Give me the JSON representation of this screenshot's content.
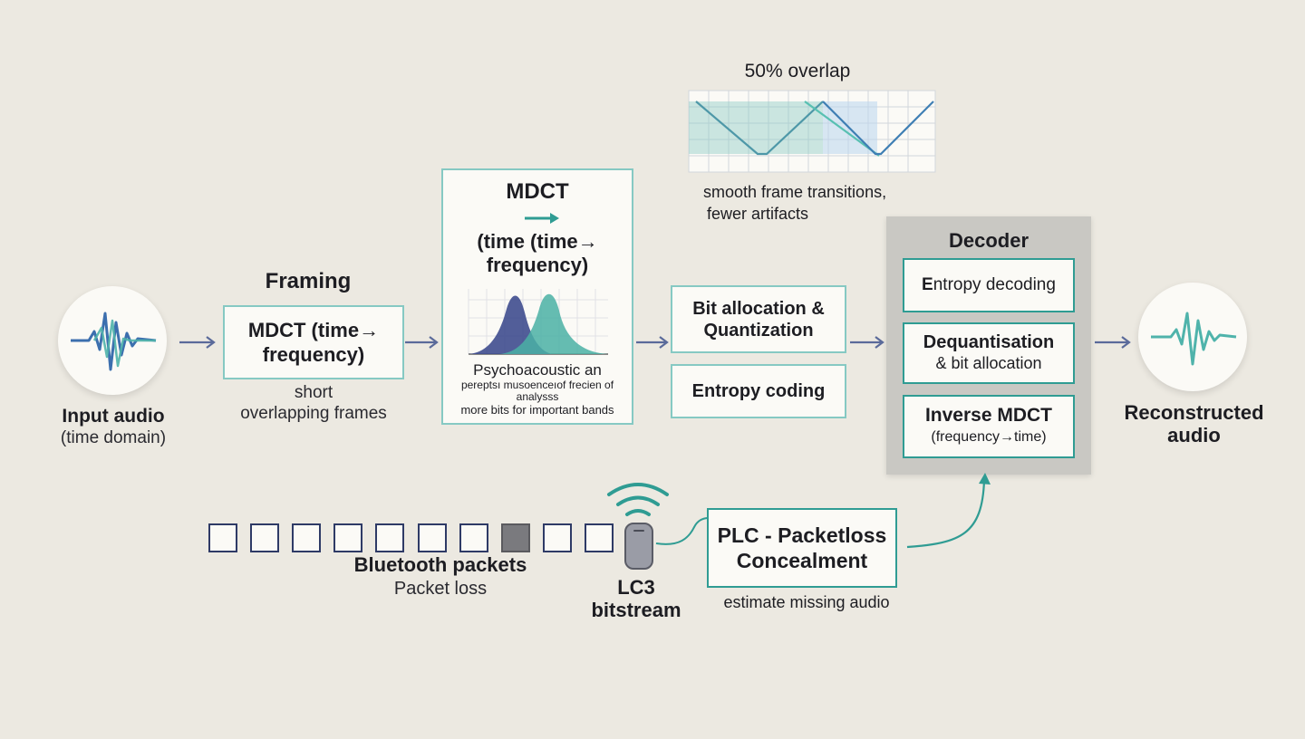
{
  "input": {
    "title": "Input audio",
    "subtitle": "(time domain)"
  },
  "framing": {
    "heading": "Framing",
    "box_line1": "MDCT (time→",
    "box_line2": "frequency)",
    "caption_line1": "short",
    "caption_line2": "overlapping frames"
  },
  "mdct": {
    "title": "MDCT",
    "line2": "(time (time→",
    "line3": "frequency)"
  },
  "psycho": {
    "line1": "Psychoacoustic an",
    "line2": "pereptsı musoenceıof frecien of",
    "line3": "analysss",
    "line4": "more bits for important bands"
  },
  "overlap": {
    "title": "50% overlap",
    "caption_line1": "smooth frame transitions,",
    "caption_line2": "fewer artifacts"
  },
  "encoder": {
    "bit_line1": "Bit allocation &",
    "bit_line2": "Quantization",
    "entropy": "Entropy coding"
  },
  "decoder": {
    "title": "Decoder",
    "entropy_first": "E",
    "entropy_rest": "ntropy decoding",
    "deq_line1": "Dequantisation",
    "deq_line2": "& bit allocation",
    "imdct_line1": "Inverse MDCT",
    "imdct_line2": "(frequency→time)"
  },
  "output": {
    "line1": "Reconstructed",
    "line2": "audio"
  },
  "packets": {
    "title": "Bluetooth packets",
    "subtitle": "Packet loss",
    "count": 10,
    "lost_index": 7
  },
  "lc3": {
    "line1": "LC3",
    "line2": "bitstream"
  },
  "plc": {
    "line1": "PLC - Packetloss",
    "line2": "Concealment",
    "caption": "estimate missing audio"
  },
  "colors": {
    "navy": "#2e3a66",
    "teal": "#2f9c93",
    "light_teal": "#86c9c3",
    "arrow": "#5a6a9a",
    "background": "#ece9e1"
  }
}
